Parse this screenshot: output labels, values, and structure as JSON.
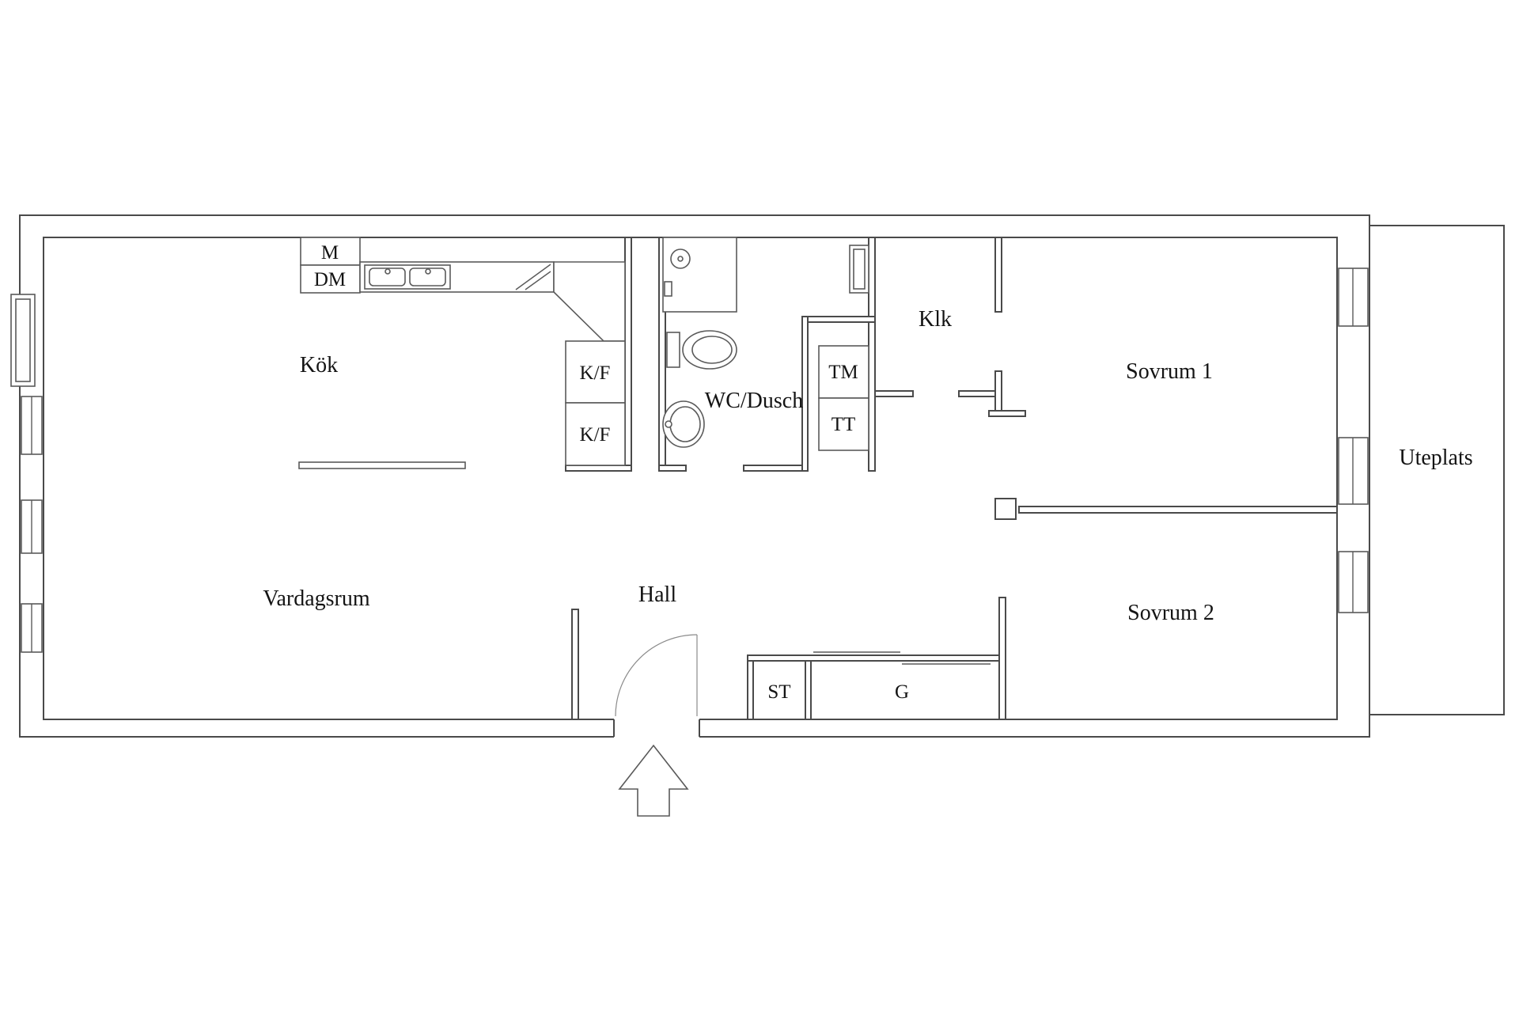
{
  "plan": {
    "rooms": {
      "kok": "Kök",
      "vardagsrum": "Vardagsrum",
      "hall": "Hall",
      "wc_dusch": "WC/Dusch",
      "klk": "Klk",
      "sovrum1": "Sovrum 1",
      "sovrum2": "Sovrum 2",
      "uteplats": "Uteplats"
    },
    "appliances": {
      "m": "M",
      "dm": "DM",
      "kf_top": "K/F",
      "kf_bottom": "K/F",
      "tm": "TM",
      "tt": "TT"
    },
    "storage": {
      "st": "ST",
      "g": "G"
    },
    "colors": {
      "background": "#ffffff",
      "line": "#4a4a4a",
      "text": "#141414"
    }
  }
}
